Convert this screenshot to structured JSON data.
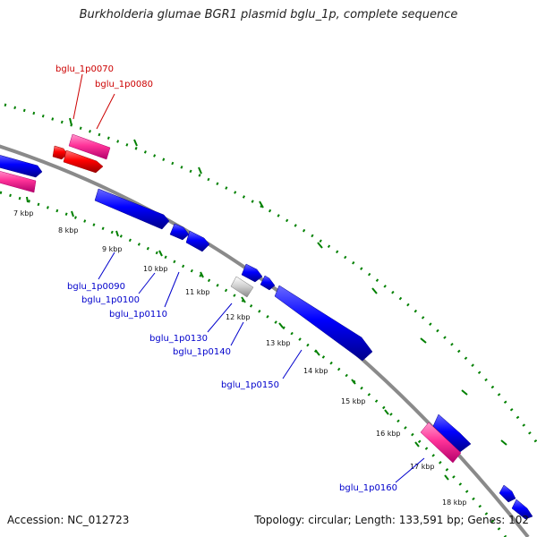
{
  "title": "Burkholderia glumae BGR1 plasmid bglu_1p, complete sequence",
  "accession": "Accession: NC_012723",
  "summary": "Topology: circular; Length: 133,591 bp; Genes: 102",
  "colors": {
    "forward_gene": "#0000ff",
    "gene_highlight": "#ff3399",
    "red_gene": "#ff0000",
    "pseudo_gene": "#bbbbbb",
    "backbone": "#888888",
    "tick": "#008000",
    "label_blue": "#0000cc",
    "label_red": "#cc0000"
  },
  "kbp_labels": [
    "7 kbp",
    "8 kbp",
    "9 kbp",
    "10 kbp",
    "11 kbp",
    "12 kbp",
    "13 kbp",
    "14 kbp",
    "15 kbp",
    "16 kbp",
    "17 kbp",
    "18 kbp"
  ],
  "gene_labels": [
    "bglu_1p0070",
    "bglu_1p0080",
    "bglu_1p0090",
    "bglu_1p0100",
    "bglu_1p0110",
    "bglu_1p0130",
    "bglu_1p0140",
    "bglu_1p0150",
    "bglu_1p0160"
  ]
}
